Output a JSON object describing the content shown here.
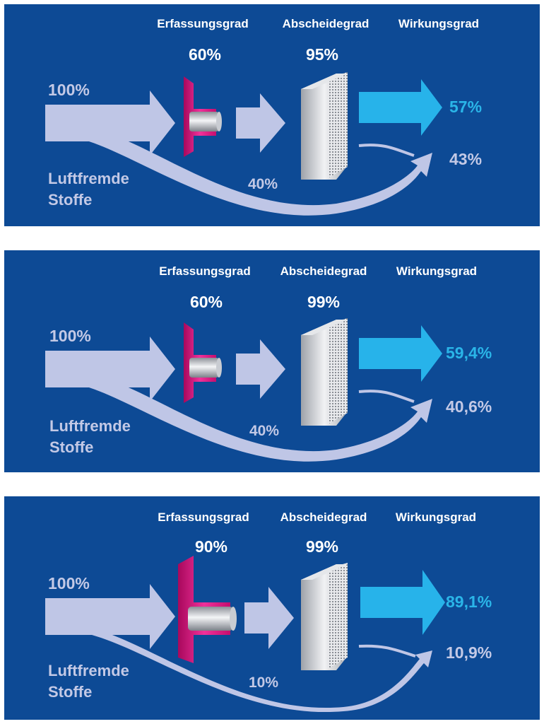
{
  "panels": [
    {
      "headers": {
        "capture": "Erfassungsgrad",
        "separation": "Abscheidegrad",
        "efficiency": "Wirkungsgrad"
      },
      "capture_value": "60%",
      "separation_value": "95%",
      "input_value": "100%",
      "source_label_line1": "Luftfremde",
      "source_label_line2": "Stoffe",
      "bypass_value": "40%",
      "efficiency_value": "57%",
      "remainder_value": "43%"
    },
    {
      "headers": {
        "capture": "Erfassungsgrad",
        "separation": "Abscheidegrad",
        "efficiency": "Wirkungsgrad"
      },
      "capture_value": "60%",
      "separation_value": "99%",
      "input_value": "100%",
      "source_label_line1": "Luftfremde",
      "source_label_line2": "Stoffe",
      "bypass_value": "40%",
      "efficiency_value": "59,4%",
      "remainder_value": "40,6%"
    },
    {
      "headers": {
        "capture": "Erfassungsgrad",
        "separation": "Abscheidegrad",
        "efficiency": "Wirkungsgrad"
      },
      "capture_value": "90%",
      "separation_value": "99%",
      "input_value": "100%",
      "source_label_line1": "Luftfremde",
      "source_label_line2": "Stoffe",
      "bypass_value": "10%",
      "efficiency_value": "89,1%",
      "remainder_value": "10,9%"
    }
  ],
  "colors": {
    "panel_bg": "#0d4a95",
    "flow_arrow": "#bfc6e6",
    "efficiency_arrow": "#27b3ea",
    "hood": "#e0127f",
    "filter": "#d0d3d8"
  }
}
